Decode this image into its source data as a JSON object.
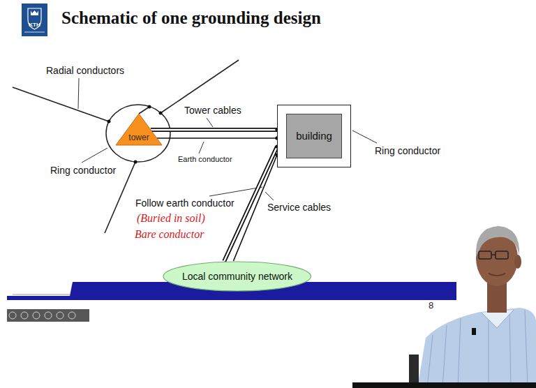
{
  "diagram": {
    "title": "Schematic of one grounding design",
    "nodes": [
      {
        "text": [
          "tower"
        ]
      },
      {
        "text": [
          "building"
        ]
      },
      {
        "text": [
          "Local community network"
        ]
      }
    ],
    "edges": [
      {
        "from": 0,
        "to": 1,
        "arrow": "none"
      },
      {
        "from": 0,
        "to": 1,
        "arrow": "none"
      },
      {
        "from": 2,
        "to": 1,
        "arrow": "none"
      },
      {
        "from": 2,
        "to": 1,
        "arrow": "none"
      }
    ],
    "labels": [
      "KTH",
      "Radial conductors",
      "Ring conductor",
      "Tower cables",
      "Earth conductor",
      "Ring conductor",
      "Follow earth conductor",
      "(Buried in soil)",
      "Bare conductor",
      "Service cables",
      "8"
    ]
  }
}
